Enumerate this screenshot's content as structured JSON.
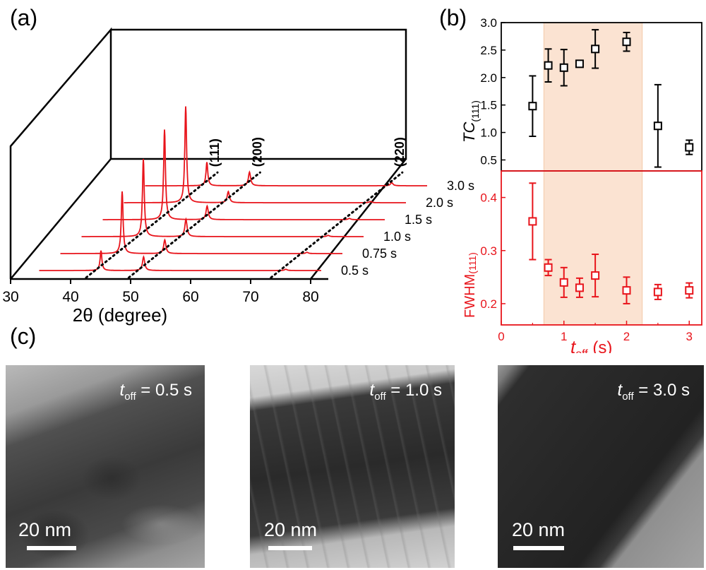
{
  "figure": {
    "panel_labels": {
      "a": "(a)",
      "b": "(b)",
      "c": "(c)"
    },
    "colors": {
      "xrd_line": "#e8141b",
      "tc_series": "#000000",
      "fwhm_series": "#e8141b",
      "highlight_band": "#fbe3d2"
    }
  },
  "chart_data": [
    {
      "type": "line",
      "panel": "(a)",
      "xlabel": "2θ (degree)",
      "xlim": [
        30,
        80
      ],
      "xticks": [
        "30",
        "40",
        "50",
        "60",
        "70",
        "80"
      ],
      "peak_labels": [
        {
          "label": "(111)",
          "x": 43.3
        },
        {
          "label": "(200)",
          "x": 50.4
        },
        {
          "label": "(220)",
          "x": 74.1
        }
      ],
      "series": [
        {
          "name": "0.5 s",
          "peak_heights": {
            "111": 0.32,
            "200": 0.22,
            "220": 0.02
          }
        },
        {
          "name": "0.75 s",
          "peak_heights": {
            "111": 1.0,
            "200": 0.22,
            "220": 0.02
          }
        },
        {
          "name": "1.0 s",
          "peak_heights": {
            "111": 1.25,
            "200": 0.28,
            "220": 0.02
          }
        },
        {
          "name": "1.5 s",
          "peak_heights": {
            "111": 1.45,
            "200": 0.22,
            "220": 0.02
          }
        },
        {
          "name": "2.0 s",
          "peak_heights": {
            "111": 1.55,
            "200": 0.18,
            "220": 0.02
          }
        },
        {
          "name": "3.0 s",
          "peak_heights": {
            "111": 0.38,
            "200": 0.22,
            "220": 0.05
          }
        }
      ]
    },
    {
      "type": "scatter",
      "panel": "(b)",
      "xlabel_main": "t",
      "xlabel_sub": "off",
      "xlabel_unit": " (s)",
      "xlim": [
        0,
        3.2
      ],
      "xticks": [
        "0",
        "1",
        "2",
        "3"
      ],
      "highlight_x": [
        0.68,
        2.25
      ],
      "top": {
        "ylabel_main": "TC",
        "ylabel_sub": "(111)",
        "ylim": [
          0.3,
          3.0
        ],
        "yticks": [
          "0.5",
          "1.0",
          "1.5",
          "2.0",
          "2.5",
          "3.0"
        ],
        "x": [
          0.5,
          0.75,
          1.0,
          1.25,
          1.5,
          2.0,
          2.5,
          3.0
        ],
        "y": [
          1.48,
          2.22,
          2.18,
          2.25,
          2.52,
          2.65,
          1.12,
          0.73
        ],
        "err": [
          0.55,
          0.3,
          0.33,
          0.05,
          0.35,
          0.17,
          0.75,
          0.13
        ]
      },
      "bottom": {
        "ylabel_main": "FWHM",
        "ylabel_sub": "(111)",
        "ylim": [
          0.16,
          0.45
        ],
        "yticks": [
          "0.2",
          "0.3",
          "0.4"
        ],
        "x": [
          0.5,
          0.75,
          1.0,
          1.25,
          1.5,
          2.0,
          2.5,
          3.0
        ],
        "y": [
          0.355,
          0.268,
          0.24,
          0.23,
          0.253,
          0.225,
          0.222,
          0.225
        ],
        "err": [
          0.072,
          0.015,
          0.028,
          0.018,
          0.04,
          0.025,
          0.014,
          0.014
        ]
      }
    }
  ],
  "tem_images": [
    {
      "t_main": "t",
      "t_sub": "off",
      "value": " = 0.5 s",
      "scale": "20 nm"
    },
    {
      "t_main": "t",
      "t_sub": "off",
      "value": " = 1.0 s",
      "scale": "20 nm"
    },
    {
      "t_main": "t",
      "t_sub": "off",
      "value": " = 3.0 s",
      "scale": "20 nm"
    }
  ]
}
